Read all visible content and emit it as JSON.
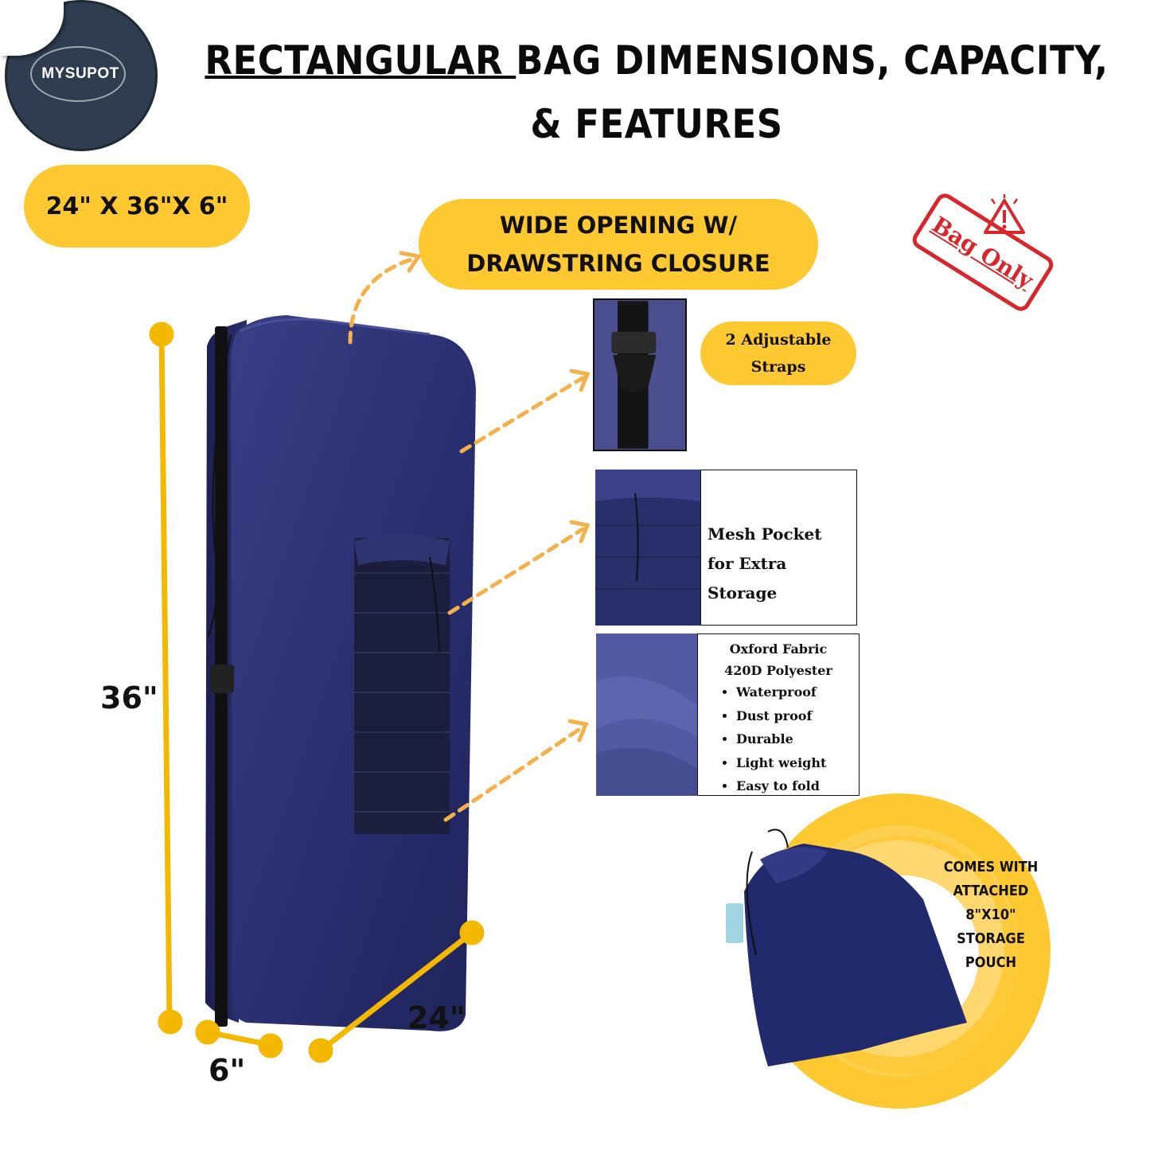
{
  "brand": {
    "logo_text": "MYSUPOT"
  },
  "title": {
    "underlined": "RECTANGULAR ",
    "rest": "BAG DIMENSIONS, CAPACITY, & FEATURES"
  },
  "dimensions_pill": "24\" X 36\"X 6\"",
  "opening_pill": {
    "line1": "WIDE OPENING W/",
    "line2": "DRAWSTRING CLOSURE"
  },
  "stamp": "Bag Only",
  "straps_pill": {
    "line1": "2 Adjustable",
    "line2": "Straps"
  },
  "mesh_box": {
    "line1": "Mesh Pocket",
    "line2": "for Extra",
    "line3": "Storage"
  },
  "fabric_box": {
    "heading1": "Oxford Fabric",
    "heading2": "420D Polyester",
    "bullets": [
      "Waterproof",
      "Dust proof",
      "Durable",
      "Light weight",
      "Easy to fold"
    ]
  },
  "dims": {
    "height": "36\"",
    "width": "24\"",
    "depth": "6\""
  },
  "pouch": {
    "lines": [
      "COMES WITH",
      "ATTACHED",
      "8\"X10\"",
      "STORAGE",
      "POUCH"
    ]
  },
  "colors": {
    "accent_yellow": "#fdc830",
    "bag_navy": "#2a3072",
    "stamp_red": "#d8262b",
    "arrow_orange": "#f6b04a"
  }
}
